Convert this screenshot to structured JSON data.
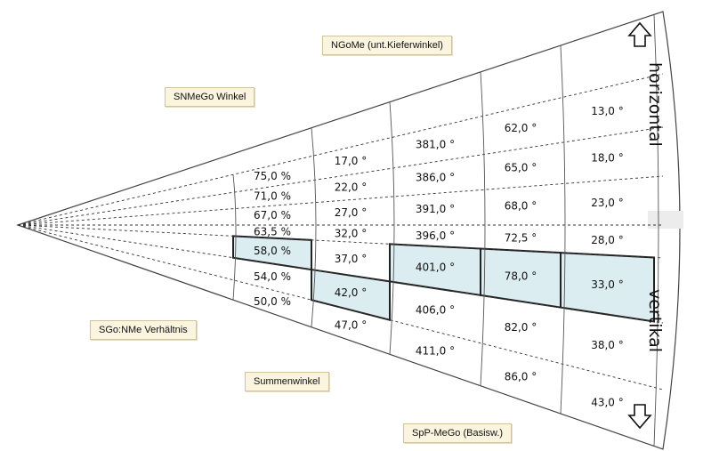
{
  "labels": {
    "ngome": "NGoMe (unt.Kieferwinkel)",
    "snmego": "SNMeGo Winkel",
    "sgo_nme": "SGo:NMe Verhältnis",
    "summenwinkel": "Summenwinkel",
    "spp_mego": "SpP-MeGo (Basisw.)"
  },
  "side_labels": {
    "horizontal": "horizontal",
    "vertikal": "vertikal"
  },
  "columns": [
    {
      "name": "SGo:NMe Verhältnis",
      "values": [
        "75,0 %",
        "71,0 %",
        "67,0 %",
        "63,5 %",
        "58,0 %",
        "54,0 %",
        "50,0 %"
      ],
      "highlight_index": 4
    },
    {
      "name": "SNMeGo Winkel",
      "values": [
        "17,0 °",
        "22,0 °",
        "27,0 °",
        "32,0 °",
        "37,0 °",
        "42,0 °",
        "47,0 °"
      ],
      "highlight_index": 5
    },
    {
      "name": "Summenwinkel",
      "values": [
        "381,0 °",
        "386,0 °",
        "391,0 °",
        "396,0 °",
        "401,0 °",
        "406,0 °",
        "411,0 °"
      ],
      "highlight_index": 4
    },
    {
      "name": "NGoMe (unt.Kieferwinkel)",
      "values": [
        "62,0 °",
        "65,0 °",
        "68,0 °",
        "72,5 °",
        "78,0 °",
        "82,0 °",
        "86,0 °"
      ],
      "highlight_index": 4
    },
    {
      "name": "SpP-MeGo (Basisw.)",
      "values": [
        "13,0 °",
        "18,0 °",
        "23,0 °",
        "28,0 °",
        "33,0 °",
        "38,0 °",
        "43,0 °"
      ],
      "highlight_index": 4
    }
  ],
  "colors": {
    "highlight": "#dcedf1",
    "dashed": "#333333",
    "outline": "#444444"
  }
}
